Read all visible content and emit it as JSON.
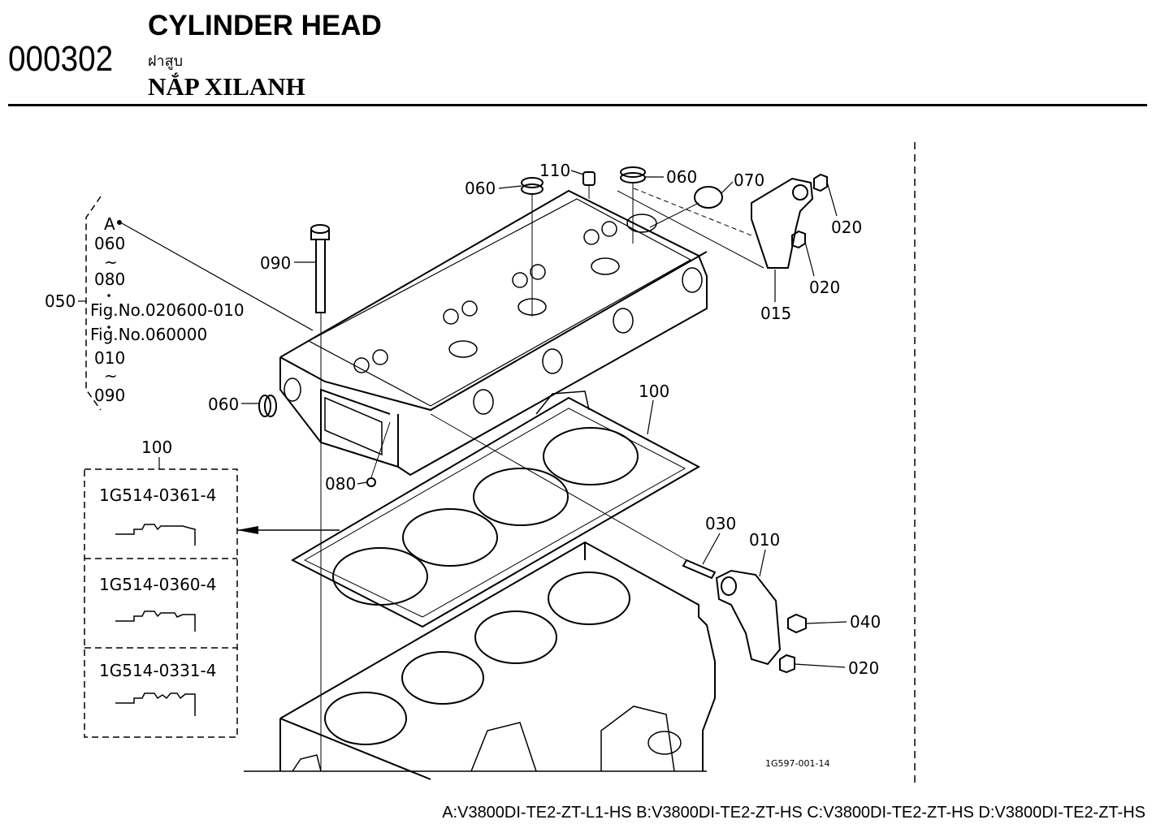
{
  "header": {
    "code": "000302",
    "title_en": "CYLINDER HEAD",
    "title_th": "ฝาสูบ",
    "title_vi": "NẮP XILANH"
  },
  "bracket_group": {
    "group_label": "050",
    "lines": [
      "A",
      "060",
      "~",
      "080",
      "Fig.No.020600-010",
      "Fig.No.060000",
      "010",
      "~",
      "090"
    ]
  },
  "callouts": {
    "c060_top_left": "060",
    "c110": "110",
    "c060_top_right": "060",
    "c070": "070",
    "c020_a": "020",
    "c020_b": "020",
    "c015": "015",
    "c090": "090",
    "c060_left": "060",
    "c080": "080",
    "c100_gasket": "100",
    "c030": "030",
    "c010": "010",
    "c040": "040",
    "c020_c": "020"
  },
  "variants": {
    "label": "100",
    "items": [
      "1G514-0361-4",
      "1G514-0360-4",
      "1G514-0331-4"
    ]
  },
  "figure_id": "1G597-001-14",
  "footer": "A:V3800DI-TE2-ZT-L1-HS B:V3800DI-TE2-ZT-HS C:V3800DI-TE2-ZT-HS D:V3800DI-TE2-ZT-HS"
}
